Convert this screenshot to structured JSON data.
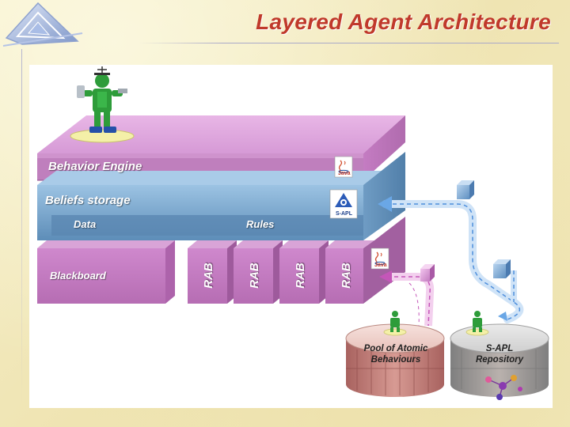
{
  "slide": {
    "title": "Layered Agent Architecture"
  },
  "diagram": {
    "behavior_engine": "Behavior Engine",
    "beliefs_storage": "Beliefs storage",
    "data": "Data",
    "rules": "Rules",
    "blackboard": "Blackboard",
    "rab_units": [
      "RAB",
      "RAB",
      "RAB",
      "RAB"
    ],
    "java_badge": "Java",
    "sapl_badge": "S-APL",
    "pool_db": "Pool of Atomic Behaviours",
    "sapl_repo_db": "S-APL Repository"
  },
  "colors": {
    "title": "#c0392b",
    "behavior_layer": "#d493d4",
    "beliefs_layer": "#79a7cc",
    "blackboard_layer": "#c77bc4",
    "database": "#c9847f",
    "arrow": "#6aa7e6"
  },
  "icons": [
    "logo-triangle-icon",
    "java-logo-icon",
    "s-apl-logo-icon",
    "robot-agent-icon",
    "data-cube-icon"
  ]
}
